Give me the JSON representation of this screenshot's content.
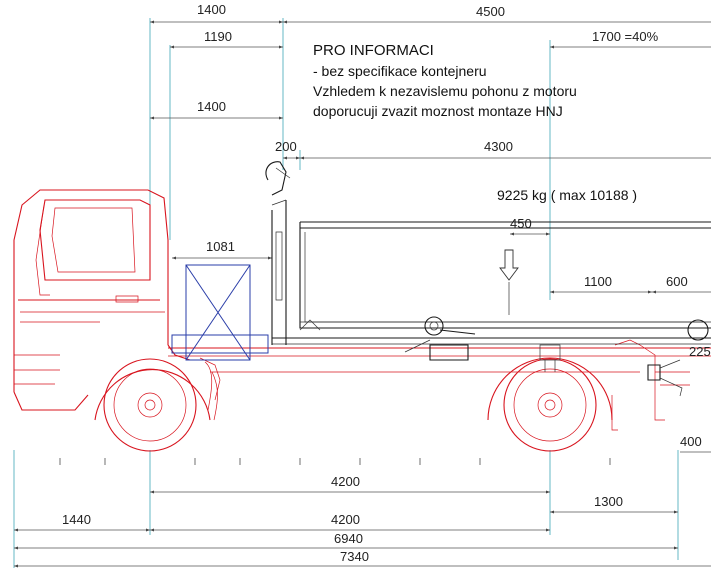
{
  "notes": {
    "title": "PRO INFORMACI",
    "line1": "- bez specifikace kontejneru",
    "line2": "Vzhledem k nezavislemu pohonu z motoru",
    "line3": "doporucuji zvazit moznost montaze HNJ"
  },
  "weight": "9225 kg ( max 10188 )",
  "dimensions": {
    "top_1400": "1400",
    "top_4500": "4500",
    "d_1190": "1190",
    "d_1700": "1700 =40%",
    "d_1400b": "1400",
    "d_200": "200",
    "d_4300": "4300",
    "d_1081": "1081",
    "d_450": "450",
    "d_1100": "1100",
    "d_600": "600",
    "d_225": "225",
    "d_400": "400",
    "d_4200a": "4200",
    "d_1300": "1300",
    "d_1440": "1440",
    "d_4200b": "4200",
    "d_6940": "6940",
    "d_7340": "7340"
  },
  "colors": {
    "truck": "#d8141e",
    "body": "#1a1a1a",
    "dimension": "#555555",
    "cyan": "#3fa6b8",
    "box": "#2a3da8"
  }
}
